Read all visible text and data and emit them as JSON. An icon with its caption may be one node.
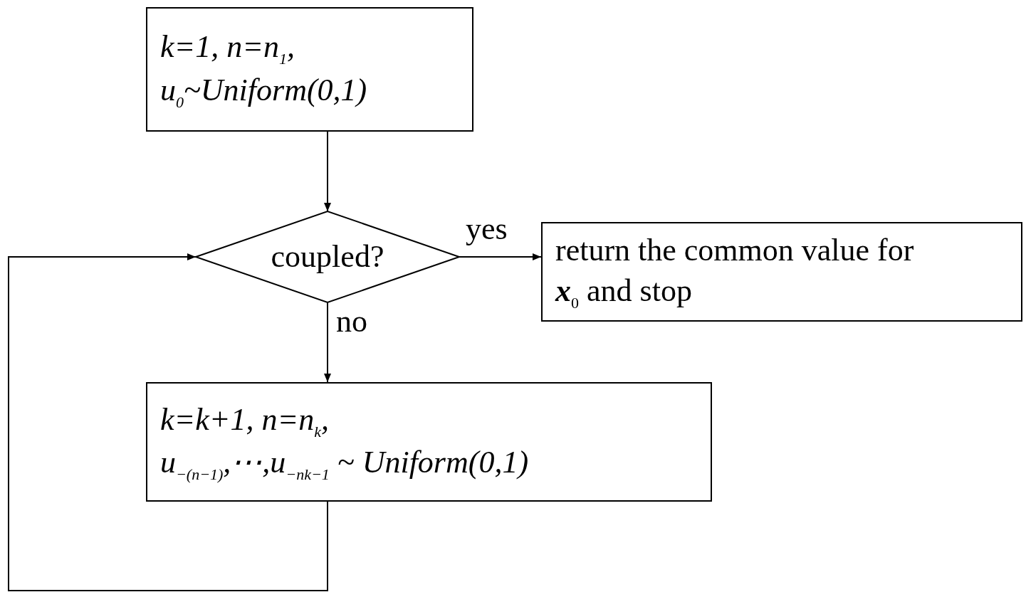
{
  "diagram": {
    "nodes": [
      {
        "text": [
          "k=1, n=n$_{1}$,",
          "u$_{0}$~Uniform(0,1)"
        ]
      },
      {
        "text": [
          "coupled?"
        ]
      },
      {
        "text": [
          "return the common value for **x**$_{0}$ and stop"
        ]
      },
      {
        "text": [
          "k=k+1, n=n$_{k}$,",
          "u$_{−(n−1)}$,⋯,u$_{−n}$$_{k−1}$ ~ Uniform(0,1)"
        ]
      }
    ],
    "edges": [
      {
        "from": 0,
        "to": 1,
        "arrow": "to"
      },
      {
        "from": 1,
        "to": 2,
        "arrow": "to",
        "label": "yes"
      },
      {
        "from": 1,
        "to": 3,
        "arrow": "to",
        "label": "no"
      },
      {
        "from": 3,
        "to": 1,
        "arrow": "to"
      }
    ]
  }
}
